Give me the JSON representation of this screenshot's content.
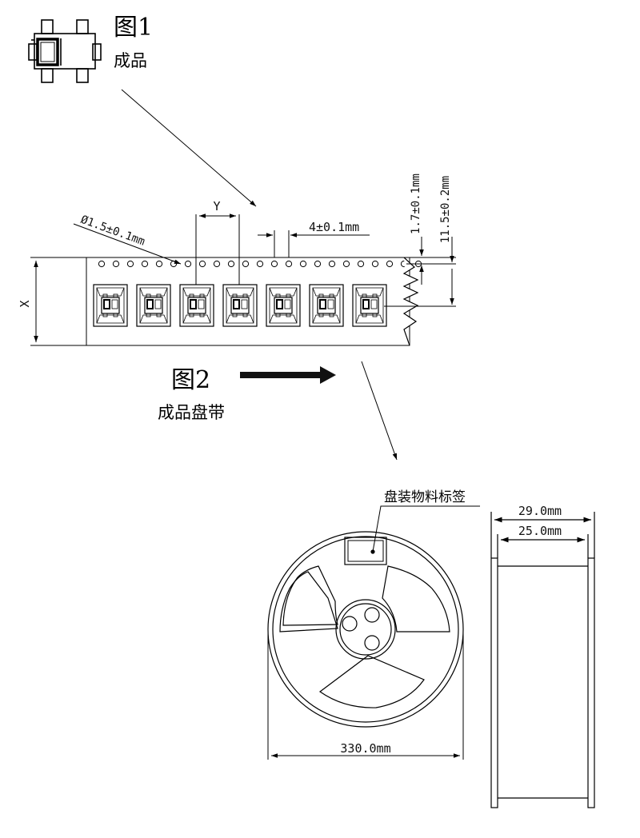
{
  "figure1": {
    "title": "图1",
    "subtitle": "成品"
  },
  "figure2": {
    "title": "图2",
    "subtitle": "成品盘带",
    "dims": {
      "hole_dia": "Ø1.5±0.1mm",
      "pitch": "Y",
      "hole_pitch": "4±0.1mm",
      "edge_to_hole": "1.7±0.1mm",
      "hole_to_pocket": "11.5±0.2mm",
      "tape_width": "X"
    },
    "pocket_count": 7,
    "sprocket_hole_count": 23
  },
  "reel": {
    "label_caption": "盘装物料标签",
    "diameter": "330.0mm",
    "outer_width": "29.0mm",
    "inner_width": "25.0mm"
  }
}
